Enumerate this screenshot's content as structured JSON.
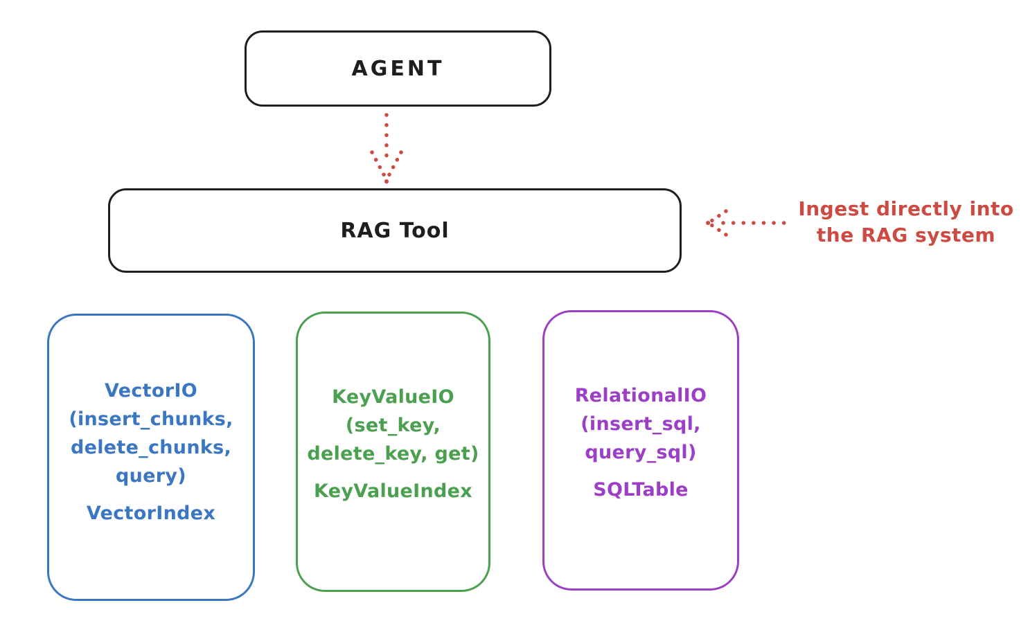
{
  "diagram": {
    "colors": {
      "ink": "#1e1e1e",
      "red": "#cd4a42",
      "blue": "#3a76c2",
      "green": "#4aa04e",
      "purple": "#9d3fc6",
      "background": "#ffffff"
    },
    "agent": {
      "label": "AGENT"
    },
    "rag_tool": {
      "label": "RAG Tool"
    },
    "annotation": {
      "line1": "Ingest directly into",
      "line2": "the RAG system"
    },
    "backends": [
      {
        "name": "VectorIO",
        "lines": [
          "VectorIO",
          "(insert_chunks,",
          "delete_chunks,",
          "query)"
        ],
        "index_label": "VectorIndex",
        "color": "#3a76c2"
      },
      {
        "name": "KeyValueIO",
        "lines": [
          "KeyValueIO",
          "(set_key,",
          "delete_key, get)"
        ],
        "index_label": "KeyValueIndex",
        "color": "#4aa04e"
      },
      {
        "name": "RelationalIO",
        "lines": [
          "RelationalIO",
          "(insert_sql,",
          "query_sql)"
        ],
        "index_label": "SQLTable",
        "color": "#9d3fc6"
      }
    ]
  }
}
